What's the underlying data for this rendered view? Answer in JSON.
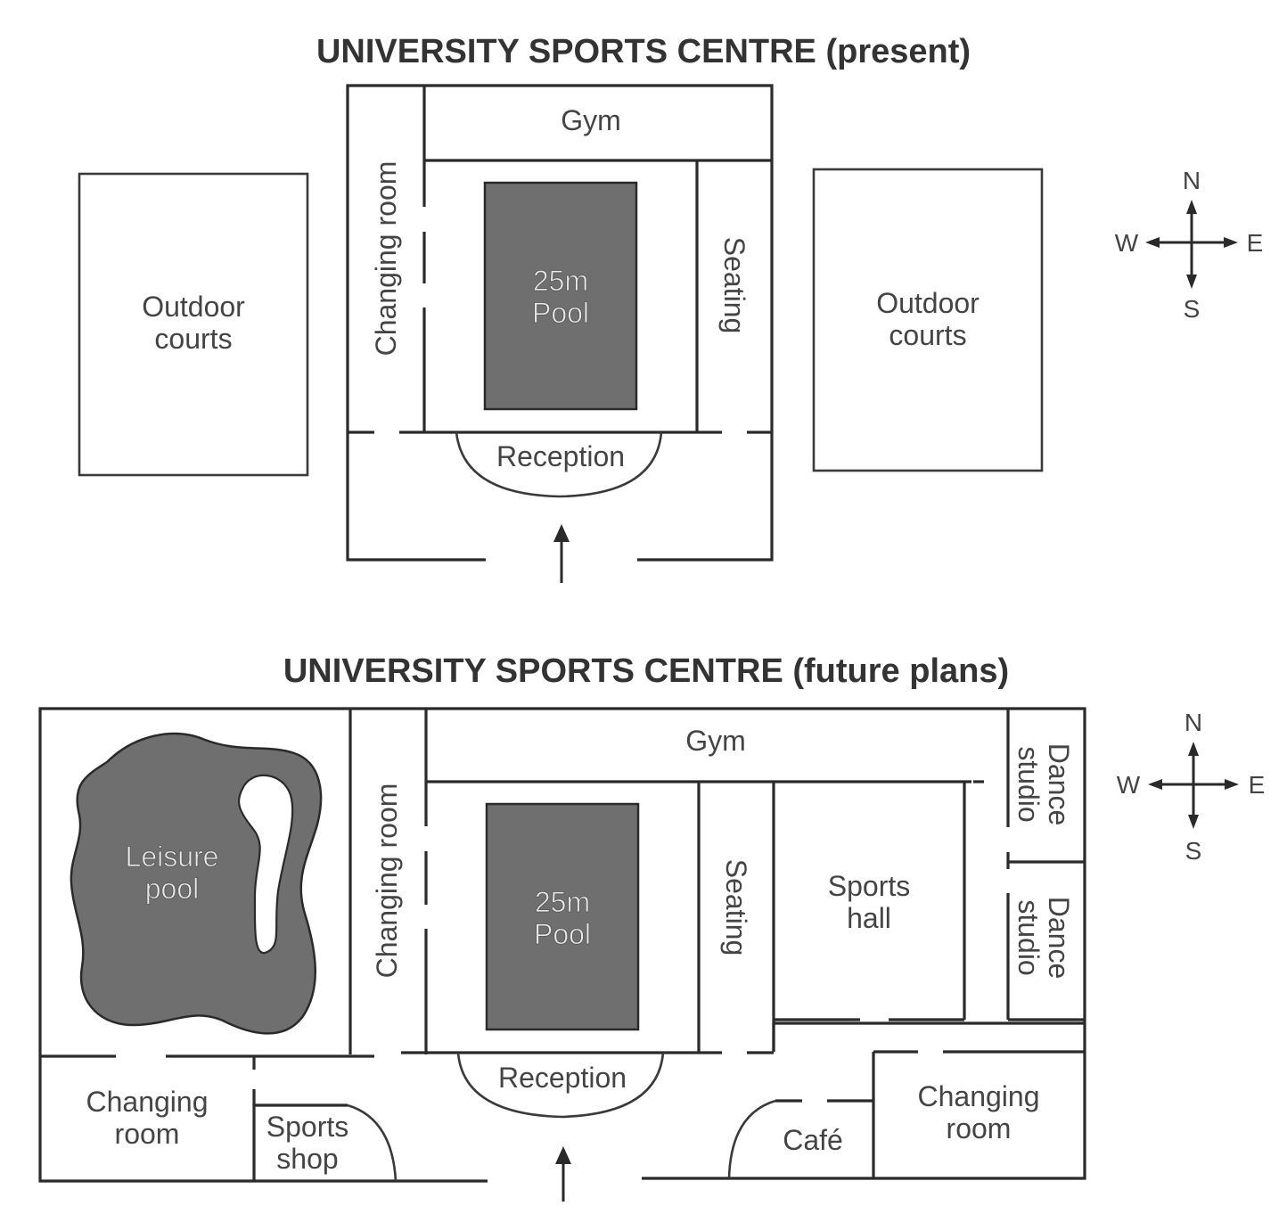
{
  "maps": {
    "present": {
      "title": "UNIVERSITY SPORTS CENTRE (present)",
      "labels": {
        "gym": "Gym",
        "changing_room": "Changing room",
        "pool_line1": "25m",
        "pool_line2": "Pool",
        "seating": "Seating",
        "reception": "Reception",
        "outdoor_west_line1": "Outdoor",
        "outdoor_west_line2": "courts",
        "outdoor_east_line1": "Outdoor",
        "outdoor_east_line2": "courts"
      },
      "compass": {
        "n": "N",
        "s": "S",
        "e": "E",
        "w": "W"
      }
    },
    "future": {
      "title": "UNIVERSITY SPORTS CENTRE (future plans)",
      "labels": {
        "gym": "Gym",
        "changing_room_centre": "Changing room",
        "pool_line1": "25m",
        "pool_line2": "Pool",
        "seating": "Seating",
        "reception": "Reception",
        "leisure_line1": "Leisure",
        "leisure_line2": "pool",
        "sports_hall_line1": "Sports",
        "sports_hall_line2": "hall",
        "dance_line1": "Dance",
        "dance_line2": "studio",
        "changing_sw_line1": "Changing",
        "changing_sw_line2": "room",
        "sports_shop_line1": "Sports",
        "sports_shop_line2": "shop",
        "cafe": "Café",
        "changing_se_line1": "Changing",
        "changing_se_line2": "room"
      },
      "compass": {
        "n": "N",
        "s": "S",
        "e": "E",
        "w": "W"
      }
    }
  },
  "colors": {
    "wall": "#2a2a2a",
    "pool_fill": "#6f6f6f",
    "text": "#444444"
  }
}
